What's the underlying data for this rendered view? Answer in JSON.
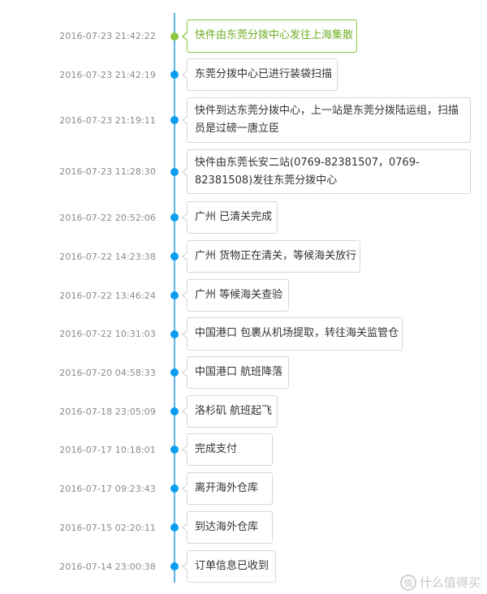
{
  "events": [
    {
      "time": "2016-07-23 21:42:22",
      "text": "快件由东莞分拨中心发往上海集散",
      "active": true
    },
    {
      "time": "2016-07-23 21:42:19",
      "text": "东莞分拨中心已进行装袋扫描",
      "active": false
    },
    {
      "time": "2016-07-23 21:19:11",
      "text": "快件到达东莞分拨中心，上一站是东莞分拨陆运组，扫描员是过磅一唐立臣",
      "active": false
    },
    {
      "time": "2016-07-23 11:28:30",
      "text": "快件由东莞长安二站(0769-82381507，0769-82381508)发往东莞分拨中心",
      "active": false
    },
    {
      "time": "2016-07-22 20:52:06",
      "text": "广州 已清关完成",
      "active": false
    },
    {
      "time": "2016-07-22 14:23:38",
      "text": "广州 货物正在清关，等候海关放行",
      "active": false
    },
    {
      "time": "2016-07-22 13:46:24",
      "text": "广州 等候海关查验",
      "active": false
    },
    {
      "time": "2016-07-22 10:31:03",
      "text": "中国港口 包裹从机场提取，转往海关监管仓",
      "active": false
    },
    {
      "time": "2016-07-20 04:58:33",
      "text": "中国港口 航班降落",
      "active": false
    },
    {
      "time": "2016-07-18 23:05:09",
      "text": "洛杉矶 航班起飞",
      "active": false
    },
    {
      "time": "2016-07-17 10:18:01",
      "text": "完成支付",
      "active": false
    },
    {
      "time": "2016-07-17 09:23:43",
      "text": "离开海外仓库",
      "active": false
    },
    {
      "time": "2016-07-15 02:20:11",
      "text": "到达海外仓库",
      "active": false
    },
    {
      "time": "2016-07-14 23:00:38",
      "text": "订单信息已收到",
      "active": false
    }
  ],
  "watermark": {
    "logo": "值",
    "text": "什么值得买"
  },
  "colors": {
    "line": "#5cb6ec",
    "dot": "#0a9df0",
    "active": "#8cc63f"
  }
}
